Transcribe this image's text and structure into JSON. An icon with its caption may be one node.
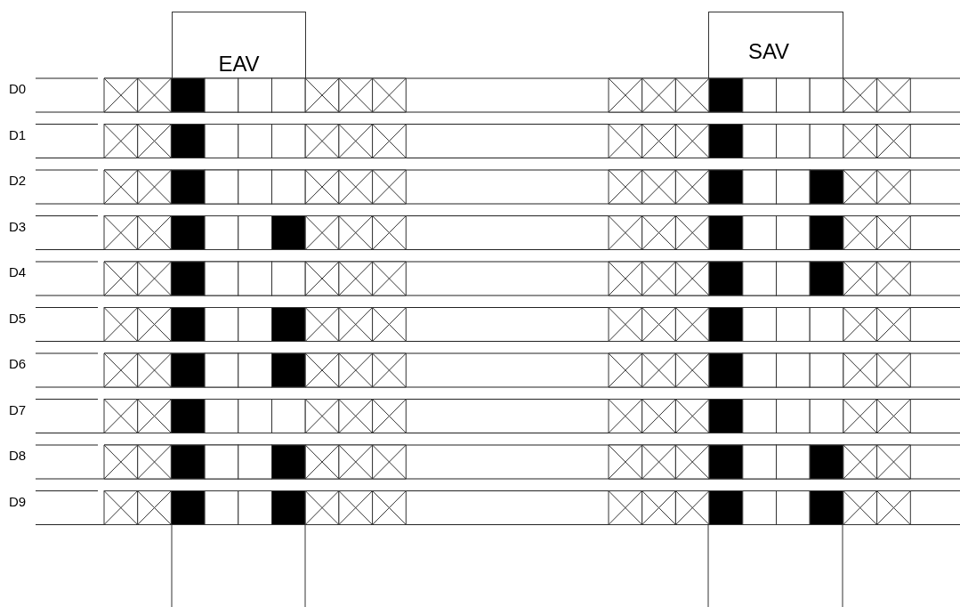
{
  "diagram": {
    "nodes": [
      {
        "text": [
          "EAV"
        ]
      },
      {
        "text": [
          "SAV"
        ]
      }
    ],
    "labels": [
      "D0",
      "D1",
      "D2",
      "D3",
      "D4",
      "D5",
      "D6",
      "D7",
      "D8",
      "D9"
    ]
  }
}
